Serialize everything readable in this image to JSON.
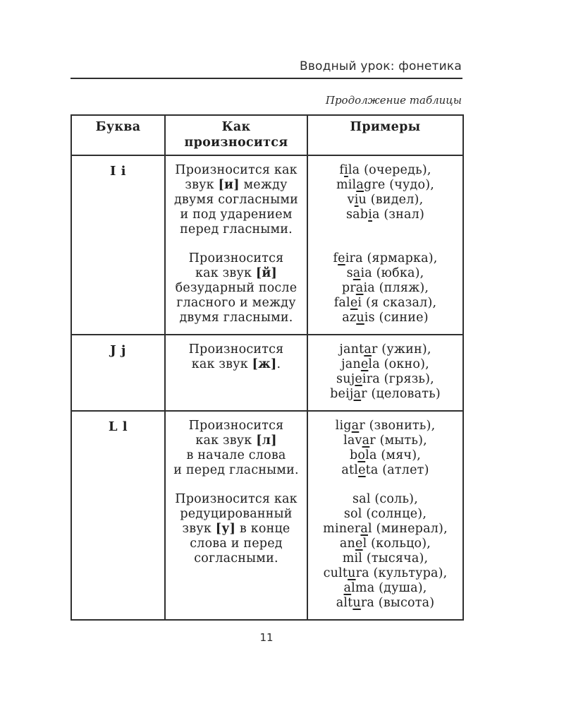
{
  "page": {
    "running_head": "Вводный урок: фонетика",
    "continuation_note": "Продолжение таблицы",
    "page_number": "11"
  },
  "table": {
    "headers": [
      "Буква",
      "Как\nпроизносится",
      "Примеры"
    ],
    "rows": [
      {
        "letter": "I i",
        "pronunciation": [
          "Произносится как\nзвук [и] между\nдвумя согласными\nи под ударением\nперед гласными.",
          "Произносится\nкак звук [й]\nбезударный после\nгласного и между\nдвумя гласными."
        ],
        "examples": [
          "f{i}la (очередь),\nmil{a}gre (чудо),\nv{i}u (видел),\nsab{i}a (знал)",
          "f{e}ira (ярмарка),\ns{a}ia (юбка),\npr{a}ia (пляж),\nfal{e}i (я сказал),\naz{u}is (синие)"
        ]
      },
      {
        "letter": "J j",
        "pronunciation": [
          "Произносится\nкак звук [ж]."
        ],
        "examples": [
          "jant{a}r (ужин),\njan{e}la (окно),\nsuj{e}ira (грязь),\nbeij{a}r (целовать)"
        ]
      },
      {
        "letter": "L l",
        "pronunciation": [
          "Произносится\nкак звук [л]\nв начале слова\nи перед гласными.",
          "Произносится как\nредуцированный\nзвук [у] в конце\nслова и перед\nсогласными."
        ],
        "examples": [
          "lig{a}r (звонить),\nlav{a}r (мыть),\nb{o}la (мяч),\natl{e}ta (атлет)",
          "sal (соль),\nsol (солнце),\nminer{a}l (минерал),\nan{e}l (кольцо),\nmil (тысяча),\ncult{u}ra (культура),\n{a}lma (душа),\nalt{u}ra (высота)"
        ]
      }
    ]
  }
}
